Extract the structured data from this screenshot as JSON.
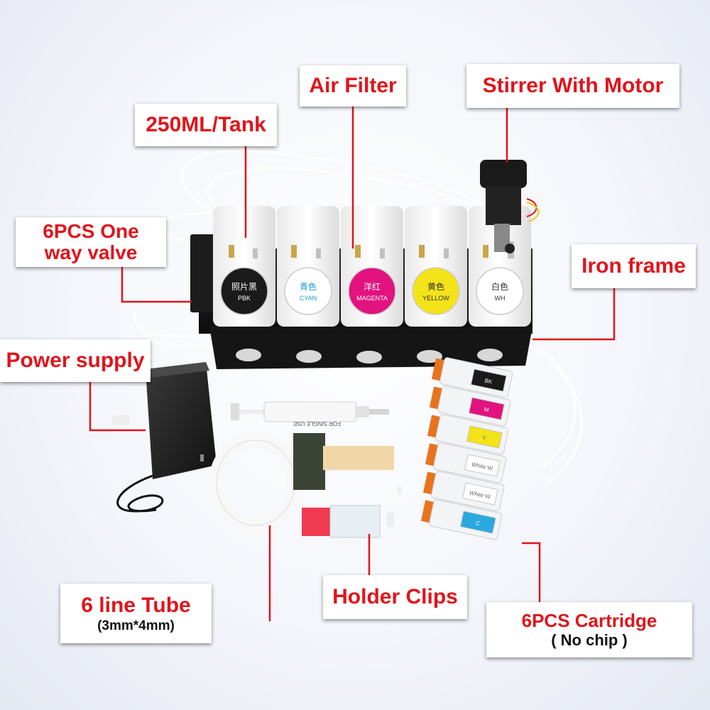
{
  "labels": {
    "tank": "250ML/Tank",
    "air_filter": "Air Filter",
    "stirrer": "Stirrer With Motor",
    "valve_line1": "6PCS One",
    "valve_line2": "way valve",
    "iron_frame": "Iron frame",
    "power_supply": "Power supply",
    "tube": "6 line Tube",
    "tube_size": "(3mm*4mm)",
    "holder_clips": "Holder Clips",
    "cartridge": "6PCS Cartridge",
    "cartridge_note": "( No chip )"
  },
  "tanks": [
    {
      "cn": "照片黑",
      "en": "PBK",
      "color": "#1a1a1a",
      "text_color": "#ffffff"
    },
    {
      "cn": "青色",
      "en": "CYAN",
      "color": "#ffffff",
      "text_color": "#1a9ad8"
    },
    {
      "cn": "洋红",
      "en": "MAGENTA",
      "color": "#e2127f",
      "text_color": "#ffffff"
    },
    {
      "cn": "黄色",
      "en": "YELLOW",
      "color": "#f4e21a",
      "text_color": "#333333"
    },
    {
      "cn": "白色",
      "en": "WH",
      "color": "#ffffff",
      "text_color": "#333333"
    }
  ],
  "syringe_text": "FOR SINGLE USE",
  "cartridges": [
    {
      "tag": "BK",
      "color": "#1a1a1a"
    },
    {
      "tag": "M",
      "color": "#e2127f"
    },
    {
      "tag": "Y",
      "color": "#f4e21a"
    },
    {
      "tag": "White W",
      "color": "#ffffff"
    },
    {
      "tag": "White W",
      "color": "#ffffff"
    },
    {
      "tag": "C",
      "color": "#2aa9e0"
    }
  ],
  "colors": {
    "label_text": "#e0141b",
    "leader_line": "#e0141b"
  }
}
